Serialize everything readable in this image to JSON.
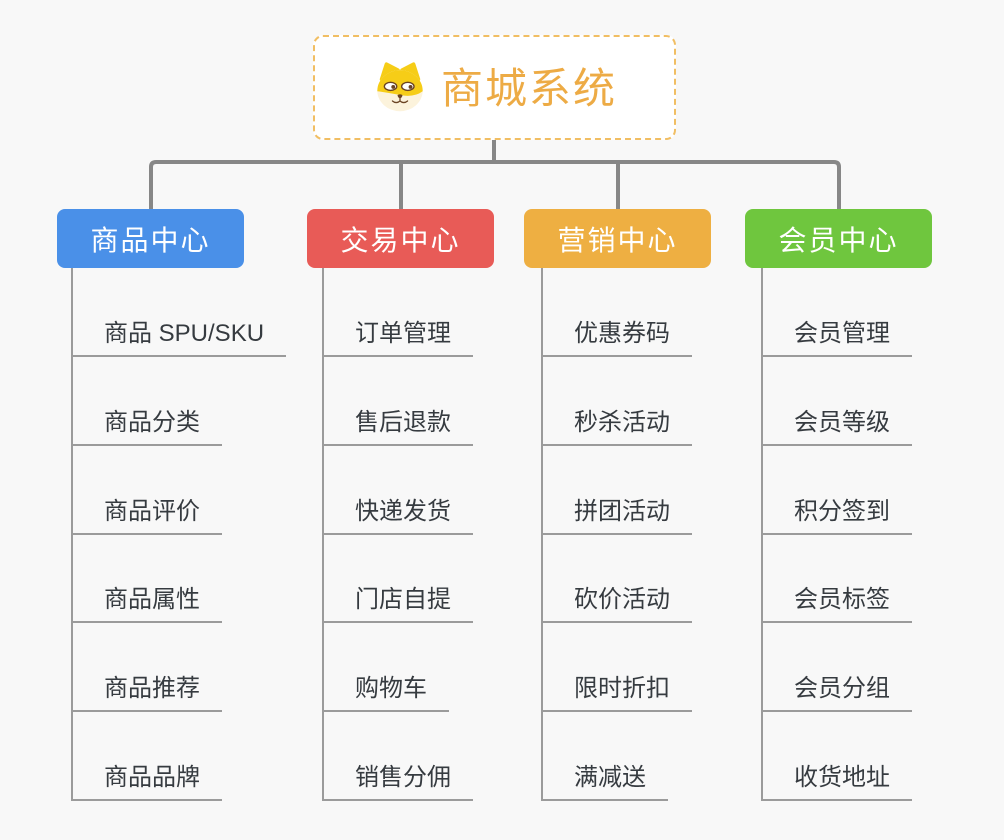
{
  "root": {
    "title": "商城系统",
    "icon": "dog-face-icon"
  },
  "branches": [
    {
      "label": "商品中心",
      "color": "#4a90e8",
      "children": [
        "商品 SPU/SKU",
        "商品分类",
        "商品评价",
        "商品属性",
        "商品推荐",
        "商品品牌"
      ]
    },
    {
      "label": "交易中心",
      "color": "#e85b57",
      "children": [
        "订单管理",
        "售后退款",
        "快递发货",
        "门店自提",
        "购物车",
        "销售分佣"
      ]
    },
    {
      "label": "营销中心",
      "color": "#eeaf42",
      "children": [
        "优惠券码",
        "秒杀活动",
        "拼团活动",
        "砍价活动",
        "限时折扣",
        "满减送"
      ]
    },
    {
      "label": "会员中心",
      "color": "#6fc63e",
      "children": [
        "会员管理",
        "会员等级",
        "积分签到",
        "会员标签",
        "会员分组",
        "收货地址"
      ]
    }
  ],
  "colors": {
    "background": "#f8f8f8",
    "root_border": "#f1be63",
    "root_title": "#edab45",
    "connector": "#878787",
    "child_line": "#9b9b9b",
    "child_text": "#363b40",
    "branch_text": "#ffffff"
  }
}
